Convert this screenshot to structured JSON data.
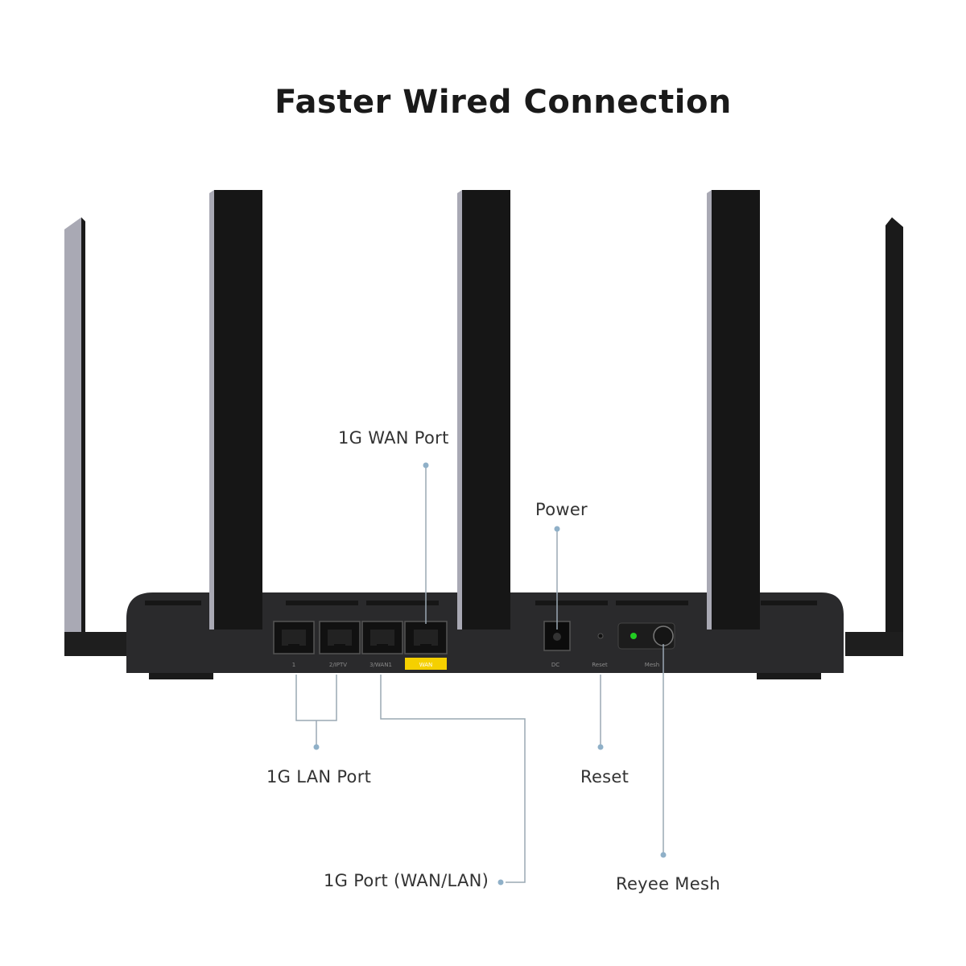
{
  "title": "Faster Wired Connection",
  "labels": {
    "wan_port": "1G WAN Port",
    "power": "Power",
    "lan_port": "1G LAN Port",
    "reset": "Reset",
    "port_wan_lan": "1G Port (WAN/LAN)",
    "reyee_mesh": "Reyee Mesh"
  },
  "device_markings": {
    "port_1": "1",
    "port_2": "2/IPTV",
    "port_3": "3/WAN1",
    "port_4": "WAN",
    "dc": "DC",
    "reset": "Reset",
    "mesh": "Mesh"
  },
  "colors": {
    "background": "#ffffff",
    "body": "#2a2a2c",
    "antenna": "#1a1a1a",
    "antenna_edge": "#a9a9b4",
    "callout_line": "#8fb0c8",
    "wan_tag": "#f5d000",
    "led": "#22cc22"
  },
  "icons": [
    "ethernet-port-icon",
    "power-jack-icon",
    "reset-hole-icon",
    "mesh-button-icon",
    "led-icon"
  ]
}
